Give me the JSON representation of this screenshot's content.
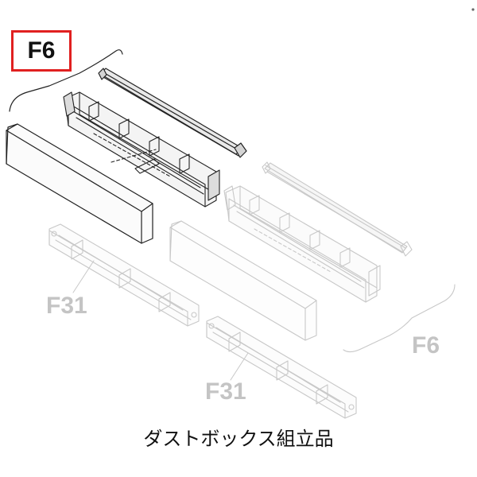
{
  "callout": {
    "label": "F6",
    "highlight_color": "#e02020"
  },
  "labels": {
    "f31_upper": "F31",
    "f31_lower": "F31",
    "f6_lower": "F6"
  },
  "caption": "ダストボックス組立品",
  "colors": {
    "active_part": "#222222",
    "ghost_part": "#c8c8c8",
    "background": "#ffffff"
  }
}
